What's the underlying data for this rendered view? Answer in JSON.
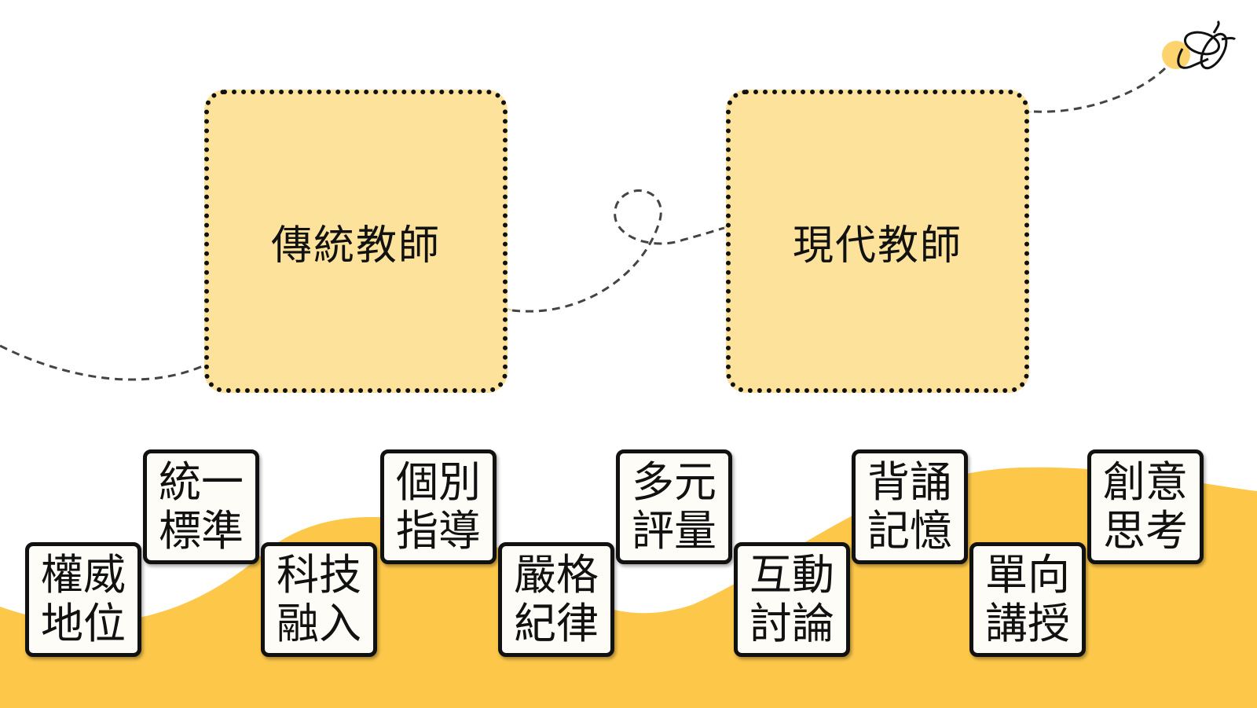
{
  "boxes": [
    {
      "label": "傳統教師"
    },
    {
      "label": "現代教師"
    }
  ],
  "cards": [
    {
      "line1": "權威",
      "line2": "地位"
    },
    {
      "line1": "統一",
      "line2": "標準"
    },
    {
      "line1": "科技",
      "line2": "融入"
    },
    {
      "line1": "個別",
      "line2": "指導"
    },
    {
      "line1": "嚴格",
      "line2": "紀律"
    },
    {
      "line1": "多元",
      "line2": "評量"
    },
    {
      "line1": "互動",
      "line2": "討論"
    },
    {
      "line1": "背誦",
      "line2": "記憶"
    },
    {
      "line1": "單向",
      "line2": "講授"
    },
    {
      "line1": "創意",
      "line2": "思考"
    }
  ],
  "colors": {
    "accent": "#fdc84a",
    "box": "#fde29b"
  }
}
